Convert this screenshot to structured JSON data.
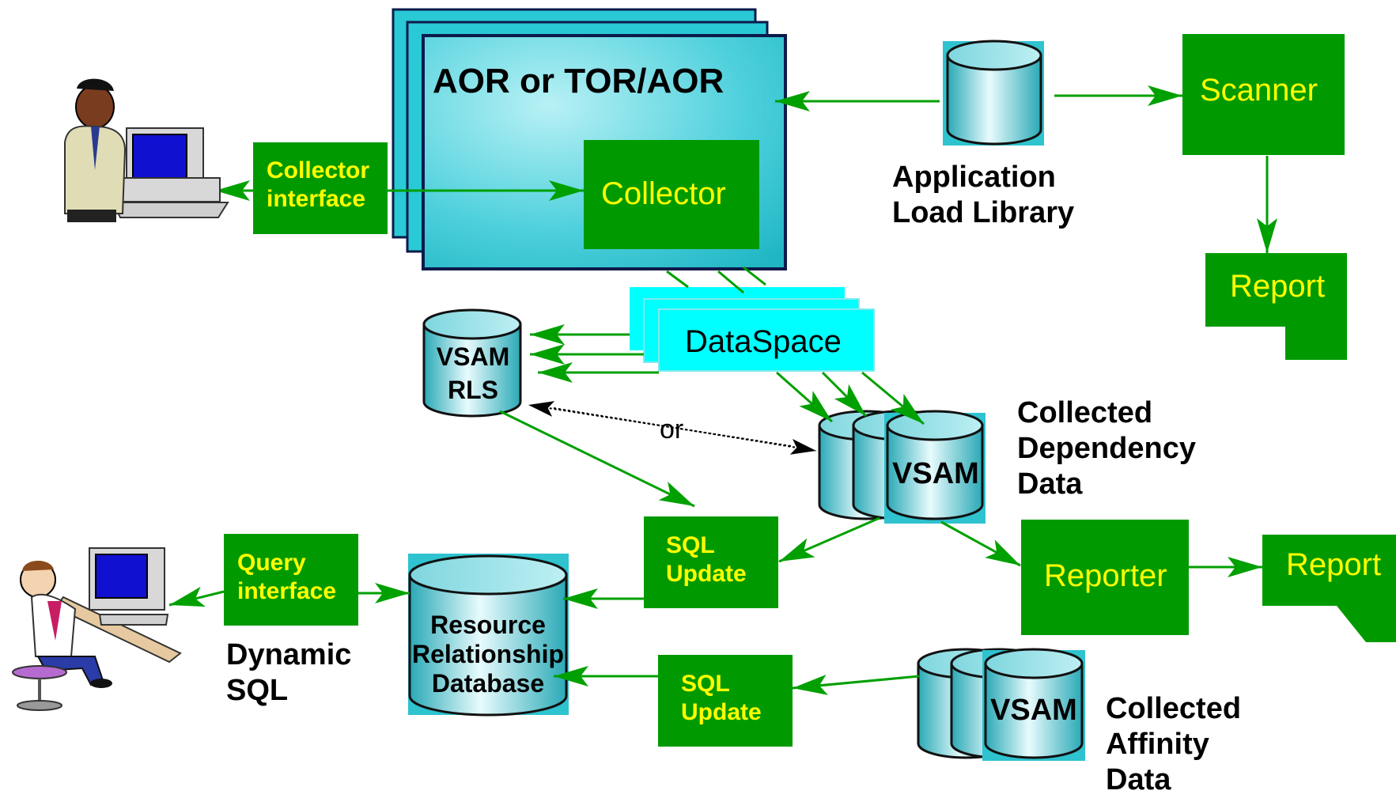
{
  "colors": {
    "green_box": "#009a00",
    "arrow_green": "#00a000",
    "cyan_region": "#29c9d6",
    "dataspace": "#00ffff",
    "cylinder": "#3bbcc8",
    "label_yellow": "#ffff00",
    "label_black": "#000000"
  },
  "region": {
    "title": "AOR or TOR/AOR"
  },
  "boxes": {
    "collector_interface": "Collector\ninterface",
    "collector": "Collector",
    "scanner": "Scanner",
    "report_top": "Report",
    "dataspace": "DataSpace",
    "sql_update_1": "SQL\nUpdate",
    "sql_update_2": "SQL\nUpdate",
    "query_interface": "Query\ninterface",
    "reporter": "Reporter",
    "report_bottom": "Report"
  },
  "cylinders": {
    "load_library_label": "Application\nLoad Library",
    "vsam_rls": "VSAM\nRLS",
    "vsam_dep": "VSAM",
    "vsam_aff": "VSAM",
    "rrdb": "Resource\nRelationship\nDatabase"
  },
  "labels": {
    "dependency": "Collected\nDependency\nData",
    "affinity": "Collected\nAffinity\nData",
    "dynamic_sql": "Dynamic\nSQL",
    "or": "or"
  },
  "icons": [
    "user-at-computer-icon",
    "seated-user-at-computer-icon"
  ]
}
